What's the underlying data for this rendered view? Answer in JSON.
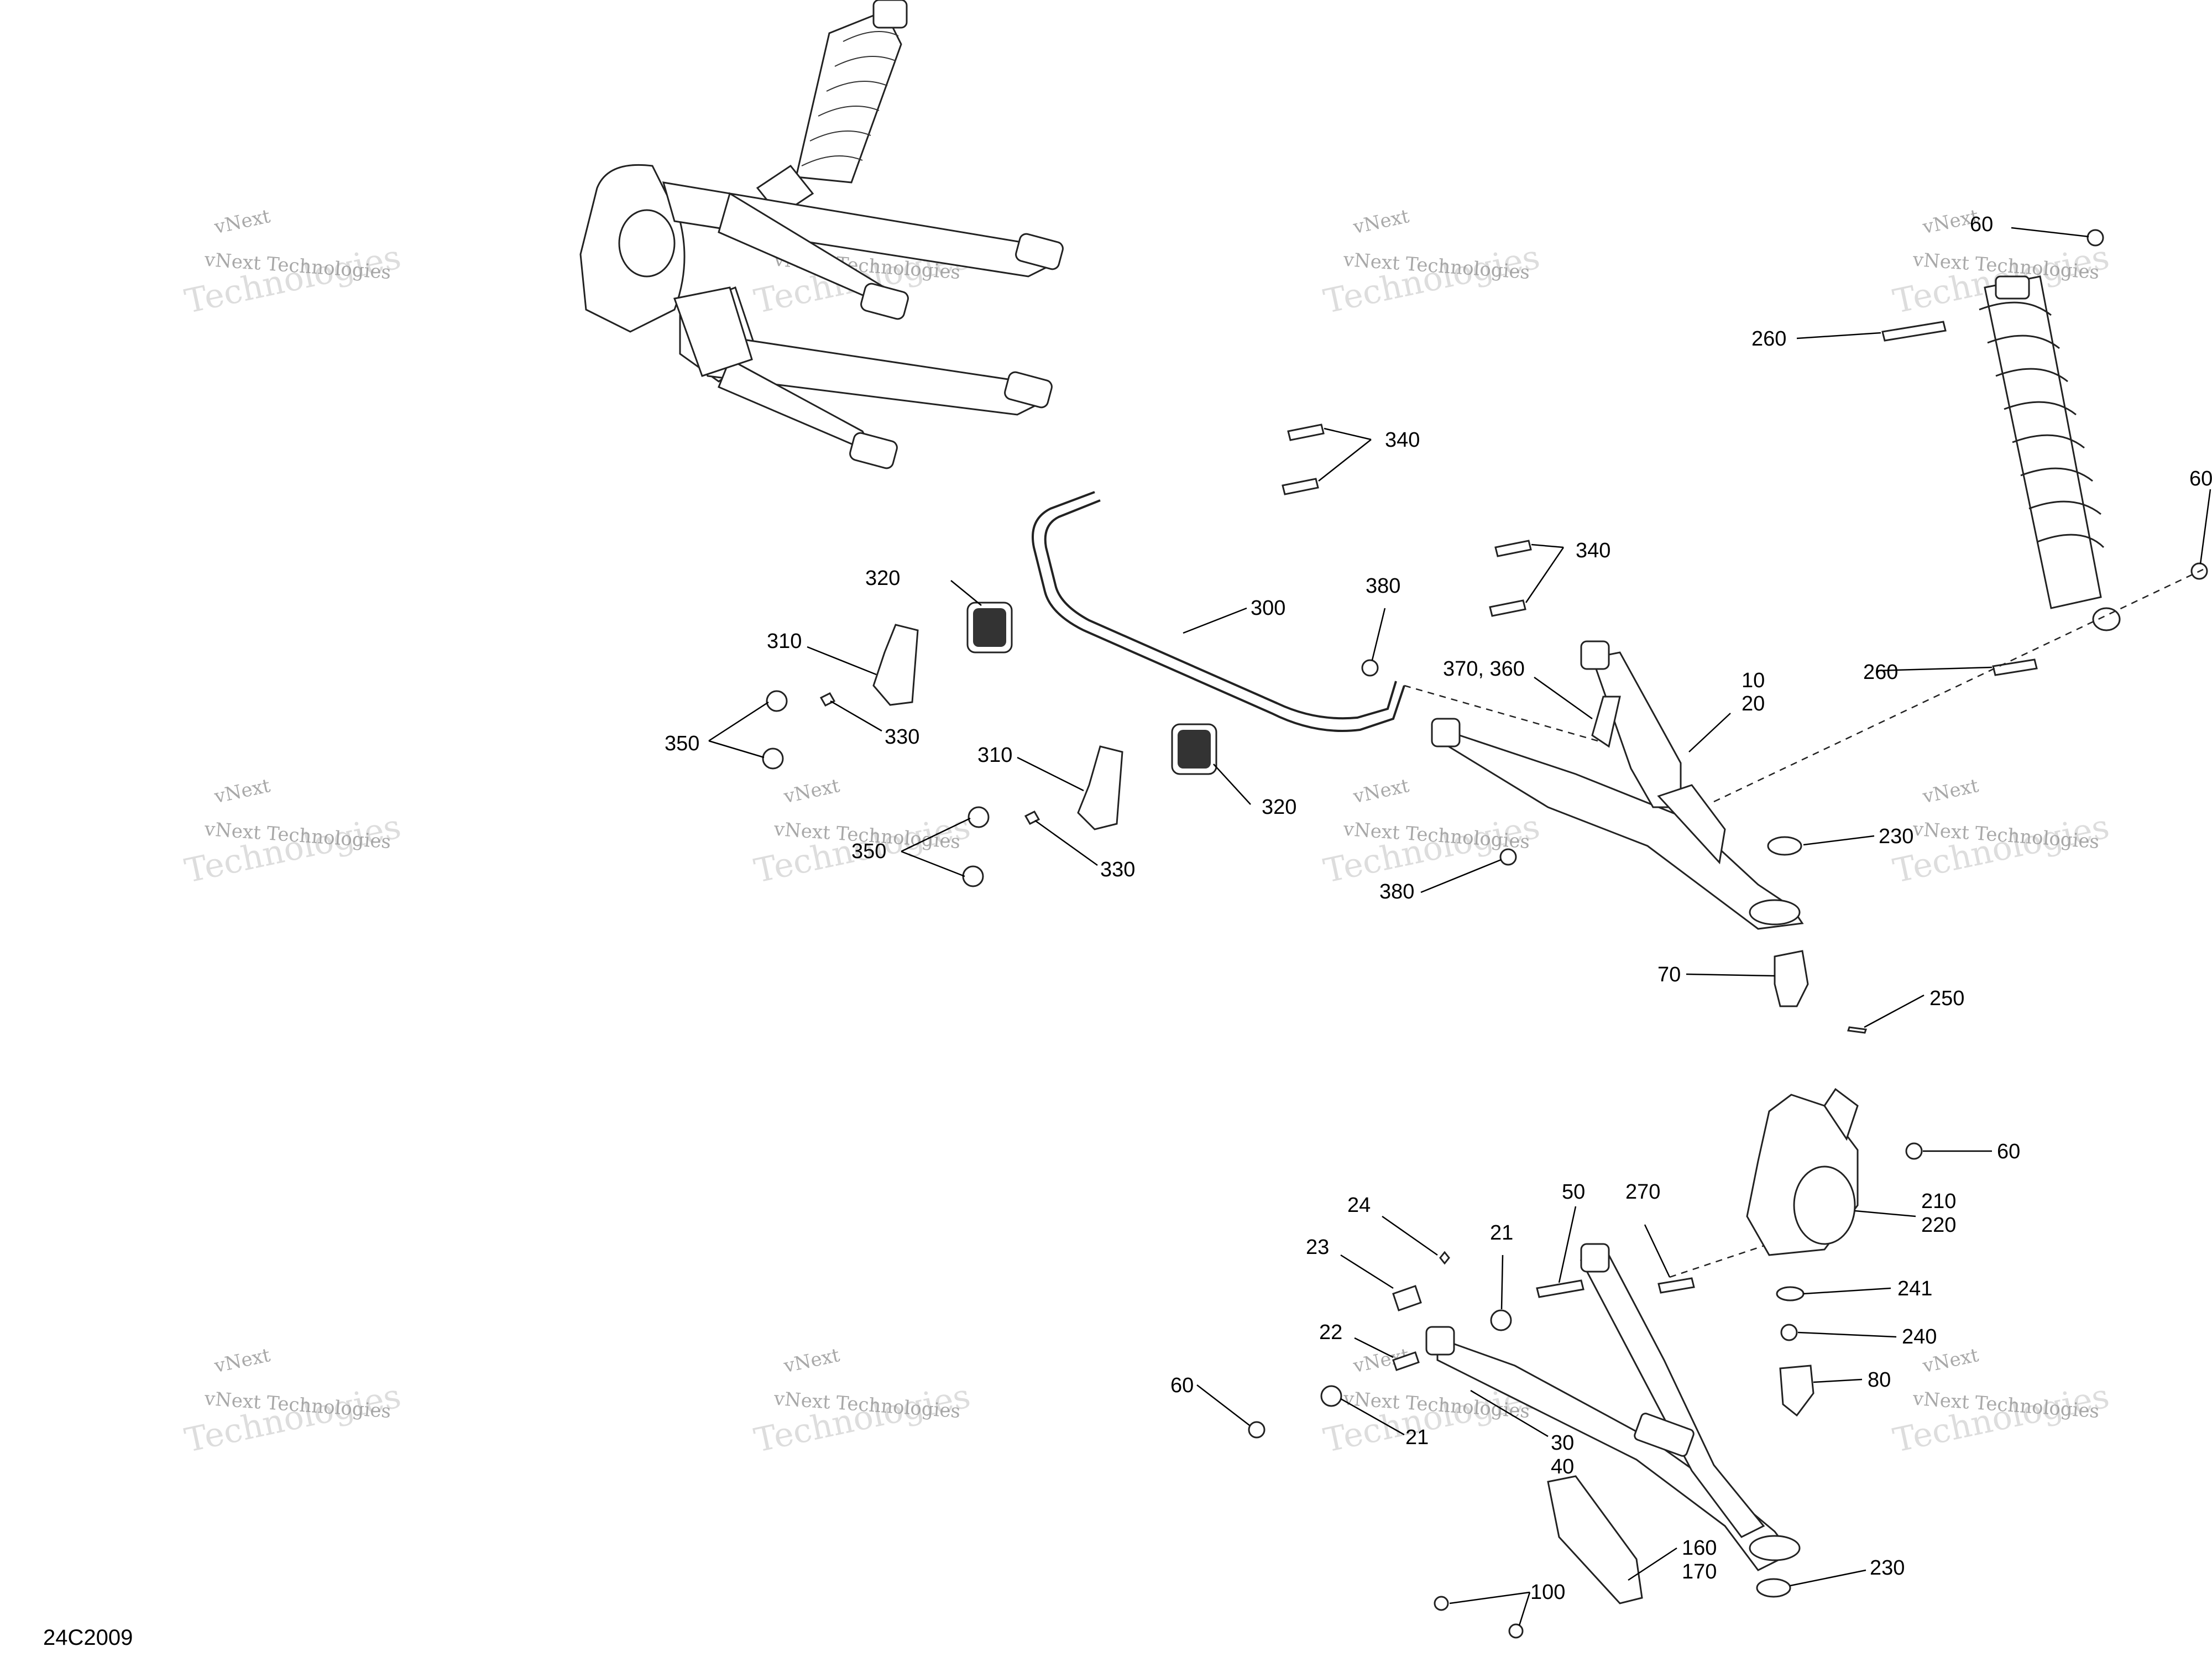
{
  "diagram_ref": "24C2009",
  "watermark": {
    "small_top": "vNext",
    "small": "vNext Technologies",
    "large": "Technologies"
  },
  "callouts": [
    {
      "id": "c340a",
      "text": "340"
    },
    {
      "id": "c340b",
      "text": "340"
    },
    {
      "id": "c320a",
      "text": "320"
    },
    {
      "id": "c300",
      "text": "300"
    },
    {
      "id": "c380a",
      "text": "380"
    },
    {
      "id": "c310a",
      "text": "310"
    },
    {
      "id": "c330a",
      "text": "330"
    },
    {
      "id": "c350a",
      "text": "350"
    },
    {
      "id": "c310b",
      "text": "310"
    },
    {
      "id": "c320b",
      "text": "320"
    },
    {
      "id": "c350b",
      "text": "350"
    },
    {
      "id": "c330b",
      "text": "330"
    },
    {
      "id": "c370",
      "text": "370, 360"
    },
    {
      "id": "c10",
      "text": "10"
    },
    {
      "id": "c20",
      "text": "20"
    },
    {
      "id": "c380b",
      "text": "380"
    },
    {
      "id": "c230a",
      "text": "230"
    },
    {
      "id": "c260a",
      "text": "260"
    },
    {
      "id": "c60a",
      "text": "60"
    },
    {
      "id": "c260b",
      "text": "260"
    },
    {
      "id": "c60b",
      "text": "60"
    },
    {
      "id": "c70",
      "text": "70"
    },
    {
      "id": "c250",
      "text": "250"
    },
    {
      "id": "c60c",
      "text": "60"
    },
    {
      "id": "c210",
      "text": "210"
    },
    {
      "id": "c220",
      "text": "220"
    },
    {
      "id": "c24",
      "text": "24"
    },
    {
      "id": "c23",
      "text": "23"
    },
    {
      "id": "c21a",
      "text": "21"
    },
    {
      "id": "c50",
      "text": "50"
    },
    {
      "id": "c270",
      "text": "270"
    },
    {
      "id": "c241",
      "text": "241"
    },
    {
      "id": "c240",
      "text": "240"
    },
    {
      "id": "c22",
      "text": "22"
    },
    {
      "id": "c80",
      "text": "80"
    },
    {
      "id": "c60d",
      "text": "60"
    },
    {
      "id": "c21b",
      "text": "21"
    },
    {
      "id": "c30",
      "text": "30"
    },
    {
      "id": "c40",
      "text": "40"
    },
    {
      "id": "c160",
      "text": "160"
    },
    {
      "id": "c170",
      "text": "170"
    },
    {
      "id": "c230b",
      "text": "230"
    },
    {
      "id": "c100",
      "text": "100"
    }
  ]
}
